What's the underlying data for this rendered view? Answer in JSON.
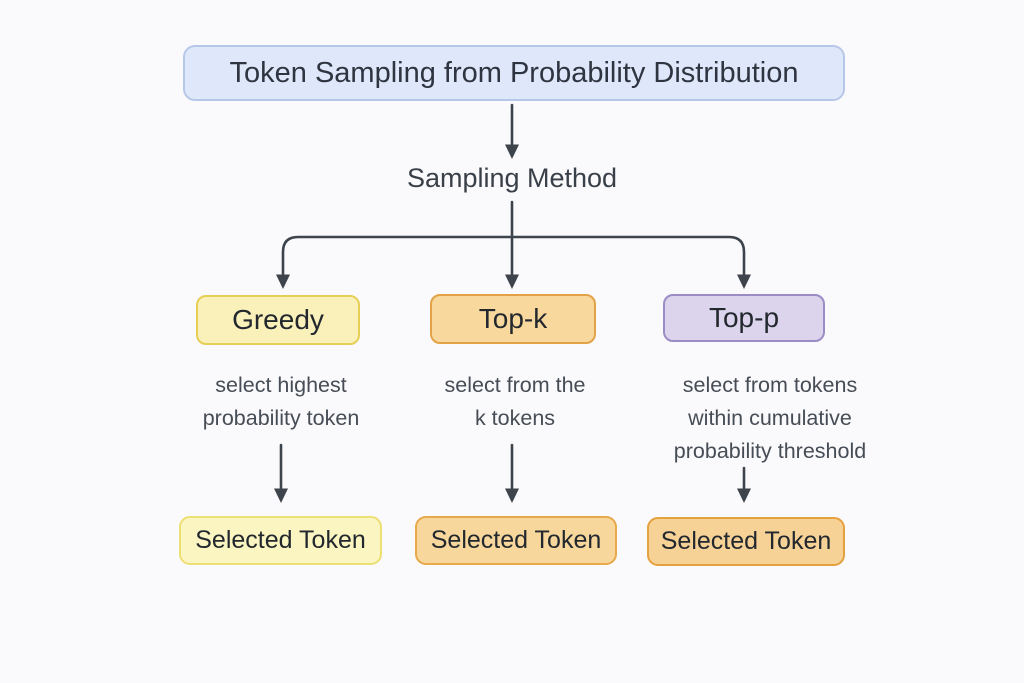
{
  "diagram": {
    "background_color": "#faf9fb",
    "line_color": "#3e444c",
    "root": {
      "label": "Token Sampling from Probability Distribution",
      "fill": "#dfe8fa",
      "border": "#b7c7e8"
    },
    "decision": {
      "label": "Sampling Method"
    },
    "branches": [
      {
        "name": "Greedy",
        "fill": "#faf0ba",
        "border": "#e6cf55",
        "description_lines": [
          "select highest",
          "probability token"
        ],
        "result": {
          "label": "Selected Token",
          "fill": "#fbf5c2",
          "border": "#ecdf73"
        }
      },
      {
        "name": "Top-k",
        "fill": "#f8d89c",
        "border": "#e2a348",
        "description_lines": [
          "select from the",
          "k tokens"
        ],
        "result": {
          "label": "Selected Token",
          "fill": "#f8d79d",
          "border": "#e7a94b"
        }
      },
      {
        "name": "Top-p",
        "fill": "#dbd4ec",
        "border": "#9c8cc5",
        "description_lines": [
          "select from tokens",
          "within cumulative",
          "probability threshold"
        ],
        "result": {
          "label": "Selected Token",
          "fill": "#f7d296",
          "border": "#e6a13f"
        }
      }
    ]
  }
}
